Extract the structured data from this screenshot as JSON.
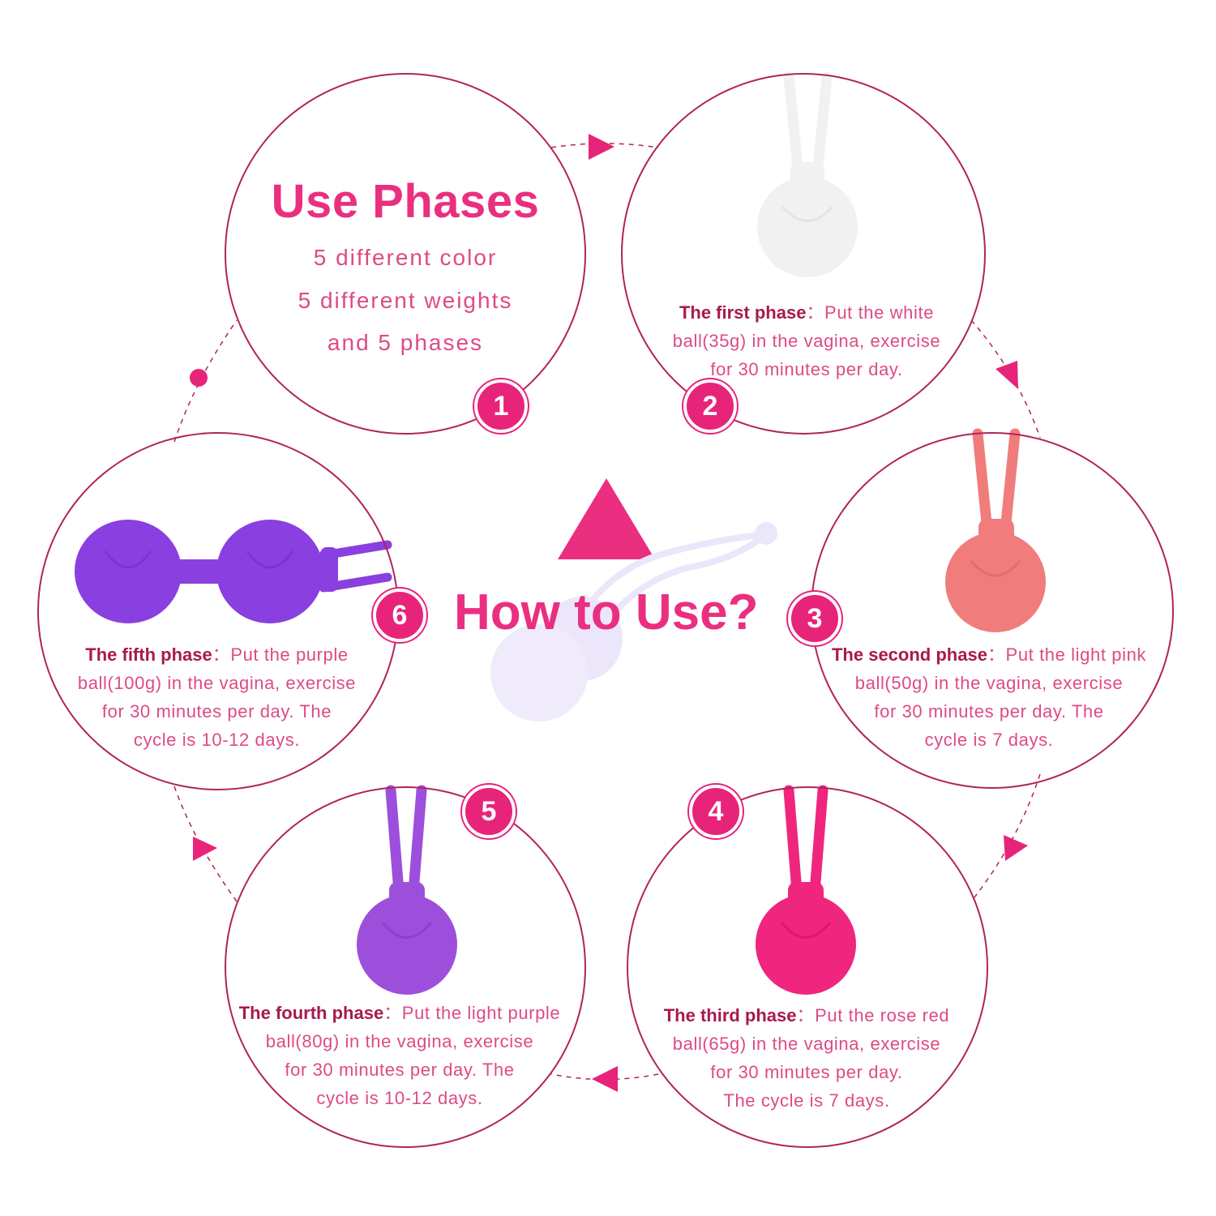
{
  "diagram": {
    "title": "Use Phases",
    "subtitle_lines": [
      "5 different color",
      "5 different weights",
      "and 5 phases"
    ],
    "center_label": "How to Use?",
    "badges": [
      "1",
      "2",
      "3",
      "4",
      "5",
      "6"
    ],
    "phases": [
      {
        "label": "The first phase",
        "separator": "：",
        "lines": [
          "Put the white",
          "ball(35g) in the vagina, exercise",
          "for 30 minutes per day."
        ]
      },
      {
        "label": "The second phase",
        "separator": "：",
        "lines": [
          "Put the light pink",
          "ball(50g) in the vagina, exercise",
          "for 30 minutes per day. The",
          "cycle is 7 days."
        ]
      },
      {
        "label": "The third phase",
        "separator": "：",
        "lines": [
          "Put the rose red",
          "ball(65g) in the vagina, exercise",
          "for 30 minutes per day.",
          "The cycle is 7 days."
        ]
      },
      {
        "label": "The fourth phase",
        "separator": "：",
        "lines": [
          "Put the light purple",
          "ball(80g) in the vagina, exercise",
          "for 30 minutes per day. The",
          "cycle is 10-12 days."
        ]
      },
      {
        "label": "The fifth phase",
        "separator": "：",
        "lines": [
          "Put the purple",
          "ball(100g) in the vagina, exercise",
          "for 30 minutes per day. The",
          "cycle is 10-12 days."
        ]
      }
    ],
    "colors": {
      "accent": "#e8237a",
      "circle_border": "#b0245a",
      "label_dark": "#a8194f",
      "text_pink": "#de4a86",
      "ball_white": "#f1f1f1",
      "ball_light_pink": "#f07c7c",
      "ball_rose_red": "#f0257e",
      "ball_light_purple": "#9d4fdc",
      "ball_purple": "#8a3fe0",
      "ball_center_ghost": "#ece6fa"
    }
  }
}
